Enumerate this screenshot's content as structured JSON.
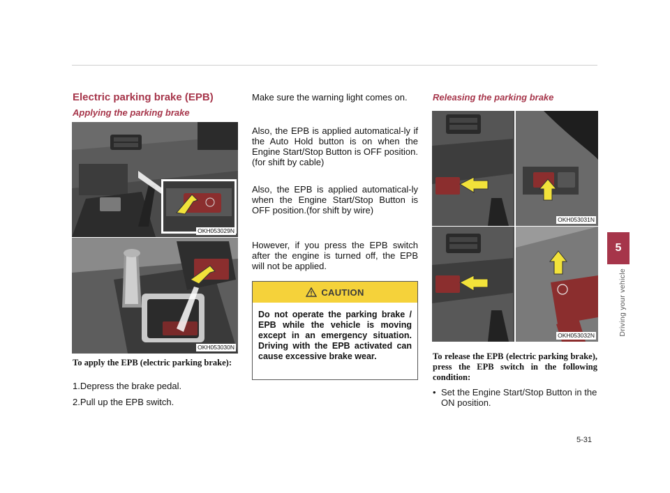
{
  "section_title": "Electric parking brake (EPB)",
  "apply": {
    "heading": "Applying the parking brake",
    "photo1_label": "OKH053029N",
    "photo2_label": "OKH053030N",
    "intro": "To apply the EPB (electric parking brake):",
    "step1": "1.Depress the brake pedal.",
    "step2": "2.Pull up the EPB switch."
  },
  "middle": {
    "para1": "Make sure the warning light comes on.",
    "para2": "Also, the EPB is applied automatical-ly if the Auto Hold button is on when the Engine Start/Stop Button is OFF position. (for shift by cable)",
    "para3": "Also, the EPB is applied automatical-ly when the Engine Start/Stop Button is OFF position.(for shift by wire)",
    "para4": "However, if you press the EPB switch after the engine is turned off, the EPB will not be applied."
  },
  "caution": {
    "label": "CAUTION",
    "text": "Do not operate the parking brake / EPB while the vehicle is moving except in an emergency situation. Driving with the EPB activated can cause excessive brake wear."
  },
  "release": {
    "heading": "Releasing the parking brake",
    "photo3_label": "OKH053031N",
    "photo4_label": "OKH053032N",
    "intro": "To release the EPB (electric parking brake), press the EPB switch in the following condition:",
    "bullet_mark": "•",
    "bullet1": "Set the Engine Start/Stop Button in the ON position."
  },
  "side": {
    "chapter_number": "5",
    "chapter_name": "Driving your vehicle"
  },
  "page_number": "5-31",
  "colors": {
    "accent": "#a6354a",
    "caution_yellow": "#f5d23a",
    "arrow_yellow": "#f2e23a"
  }
}
